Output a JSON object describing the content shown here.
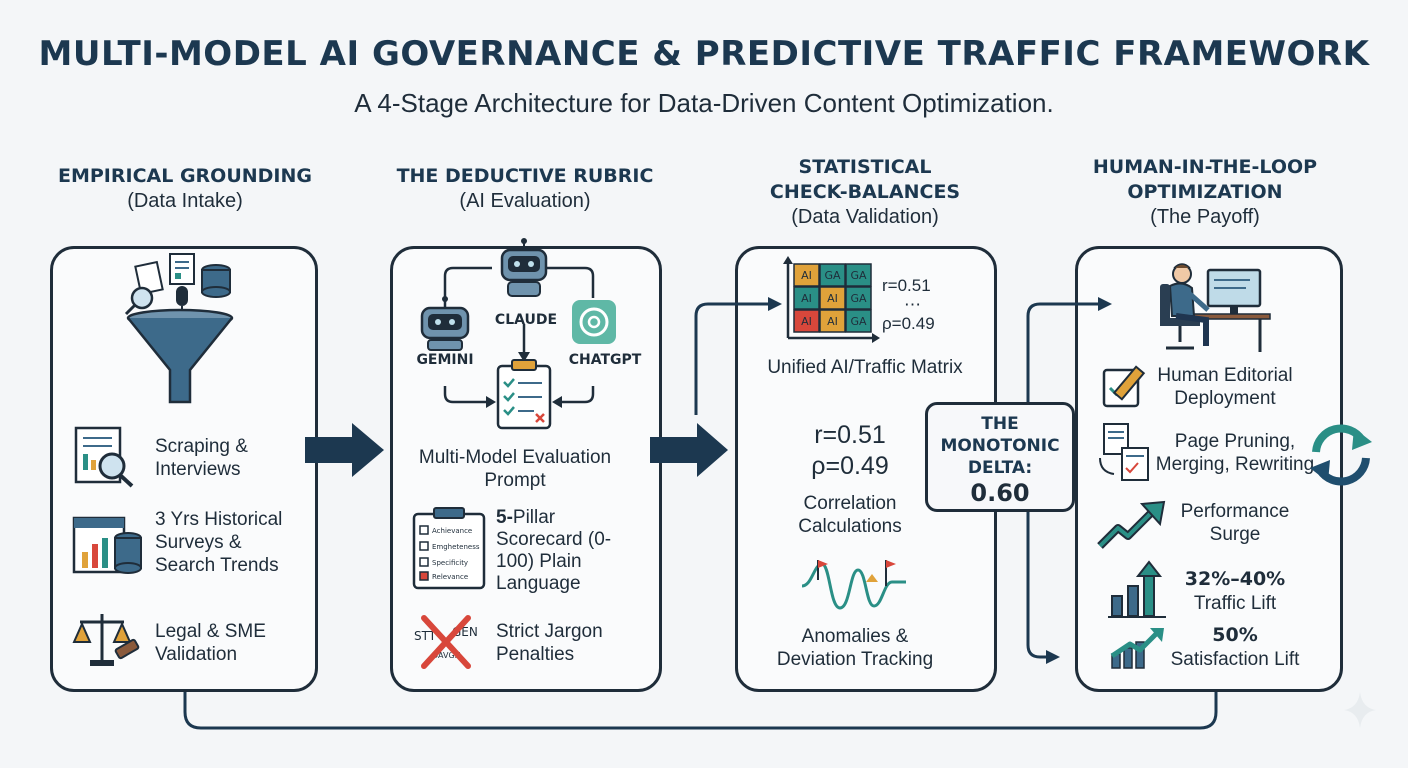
{
  "header": {
    "title": "MULTI-MODEL AI GOVERNANCE & PREDICTIVE TRAFFIC FRAMEWORK",
    "subtitle": "A 4-Stage Architecture for Data-Driven Content Optimization."
  },
  "stages": [
    {
      "heading": "EMPIRICAL GROUNDING",
      "sub": "(Data Intake)",
      "items": [
        "Scraping & Interviews",
        "3 Yrs Historical Surveys & Search Trends",
        "Legal & SME Validation"
      ]
    },
    {
      "heading": "THE DEDUCTIVE RUBRIC",
      "sub": "(AI Evaluation)",
      "models": [
        "CLAUDE",
        "GEMINI",
        "CHATGPT"
      ],
      "prompt": "Multi-Model Evaluation Prompt",
      "scorecard_bold": "5-",
      "scorecard_rest": "Pillar Scorecard (0-100) Plain Language",
      "scorecard_list": [
        "Achievance",
        "Emgheteness",
        "Specificity",
        "Relevance"
      ],
      "penalties": "Strict Jargon Penalties",
      "jargon_words": [
        "STT",
        "GEN",
        "DAVGH"
      ]
    },
    {
      "heading": "STATISTICAL CHECK-BALANCES",
      "sub": "(Data Validation)",
      "matrix_cells": [
        "AI",
        "GA",
        "GA",
        "AI",
        "AI",
        "GA",
        "AI",
        "AI",
        "GA"
      ],
      "matrix_r": "r=0.51",
      "matrix_dots": "⋯",
      "matrix_rho": "ρ=0.49",
      "matrix_label": "Unified AI/Traffic Matrix",
      "r": "r=0.51",
      "rho": "ρ=0.49",
      "correlation_label": "Correlation Calculations",
      "anomalies_label": "Anomalies & Deviation Tracking"
    },
    {
      "heading": "HUMAN-IN-THE-LOOP OPTIMIZATION",
      "sub": "(The Payoff)",
      "editorial": "Human Editorial Deployment",
      "pruning": "Page Pruning, Merging, Rewriting",
      "surge": "Performance Surge",
      "traffic_value": "32%–40%",
      "traffic_label": "Traffic Lift",
      "satisfaction_value": "50%",
      "satisfaction_label": "Satisfaction Lift"
    }
  ],
  "delta": {
    "title": "THE MONOTONIC DELTA:",
    "value": "0.60"
  },
  "colors": {
    "navy": "#1c3850",
    "steel": "#3d6a8a",
    "teal": "#2a8f86",
    "red": "#d8473b",
    "gold": "#e0a23a",
    "green": "#5aa35c"
  }
}
